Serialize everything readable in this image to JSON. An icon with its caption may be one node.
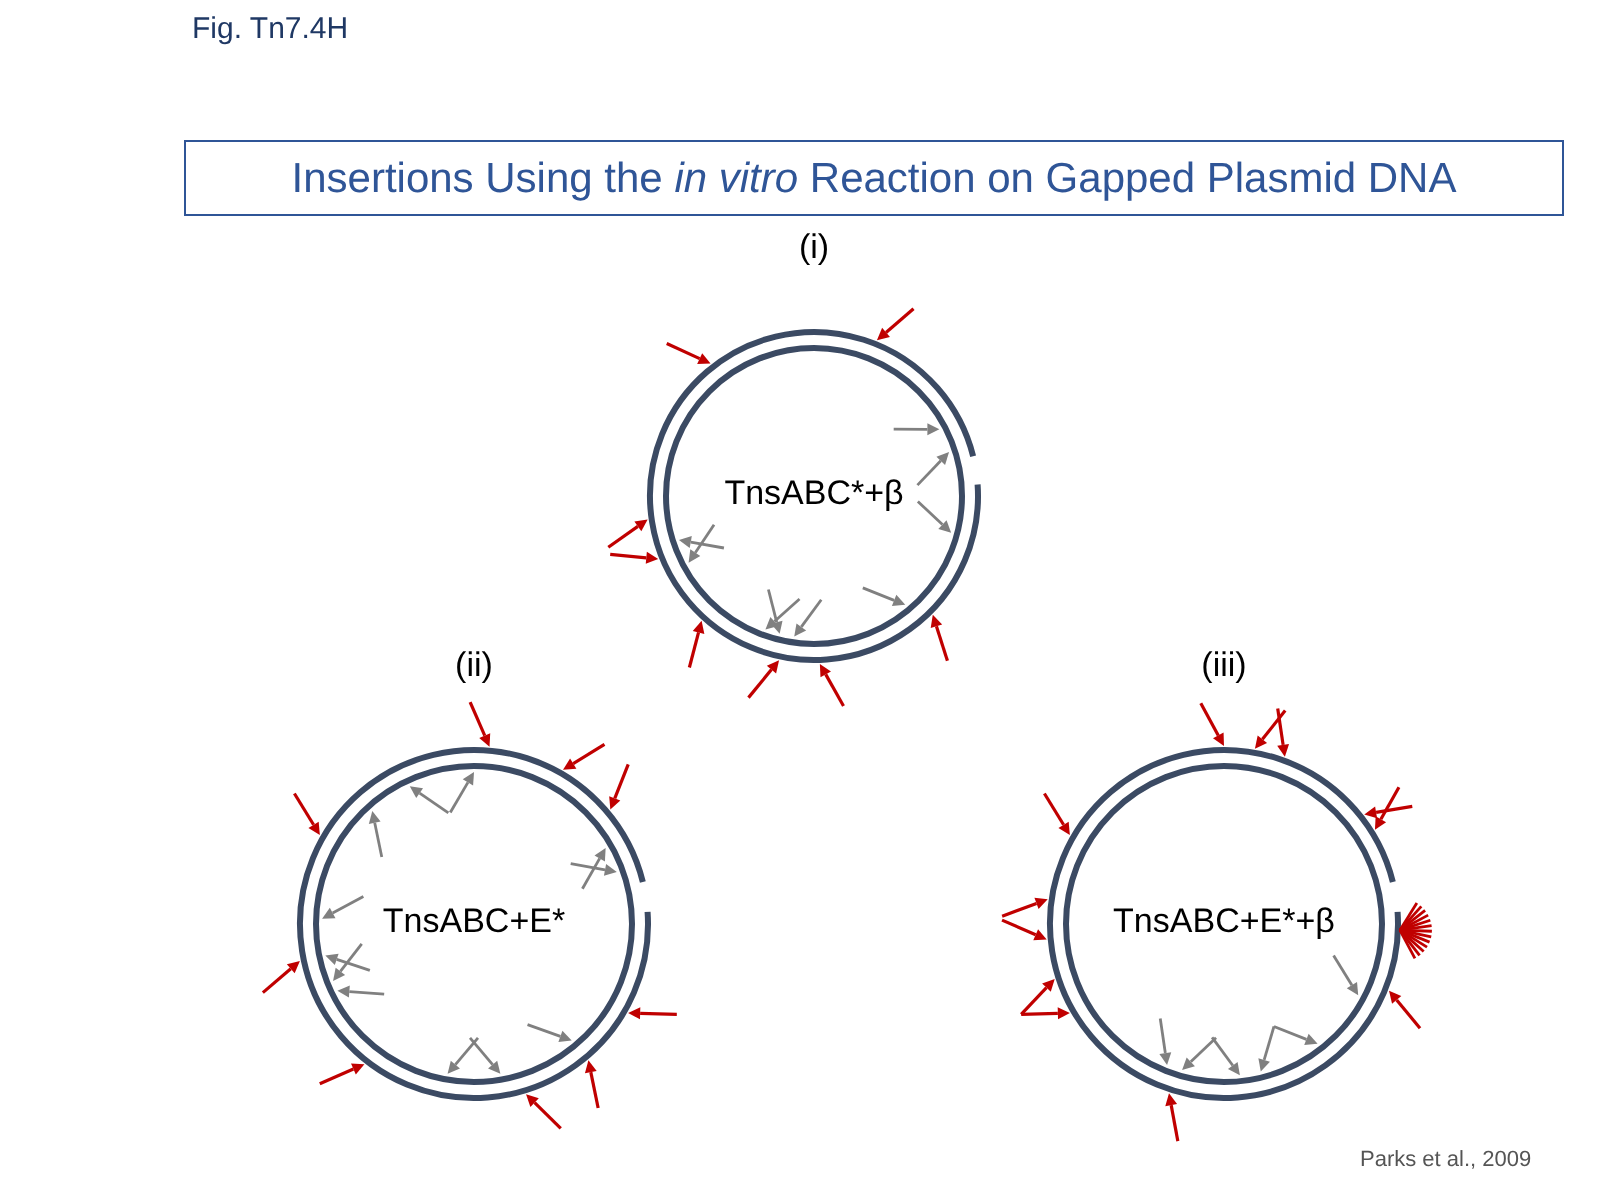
{
  "diagram": {
    "title": "Insertions Using the *in vitro* Reaction on Gapped Plasmid DNA",
    "nodes": [
      {
        "text": [
          "TnsABC*+β"
        ],
        "beside": [
          "(i)"
        ]
      },
      {
        "text": [
          "TnsABC+E*"
        ],
        "beside": [
          "(ii)"
        ]
      },
      {
        "text": [
          "TnsABC+E*+β"
        ],
        "beside": [
          "(iii)"
        ]
      }
    ],
    "labels": [
      "Fig. Tn7.4H",
      "Parks et al., 2009"
    ]
  }
}
